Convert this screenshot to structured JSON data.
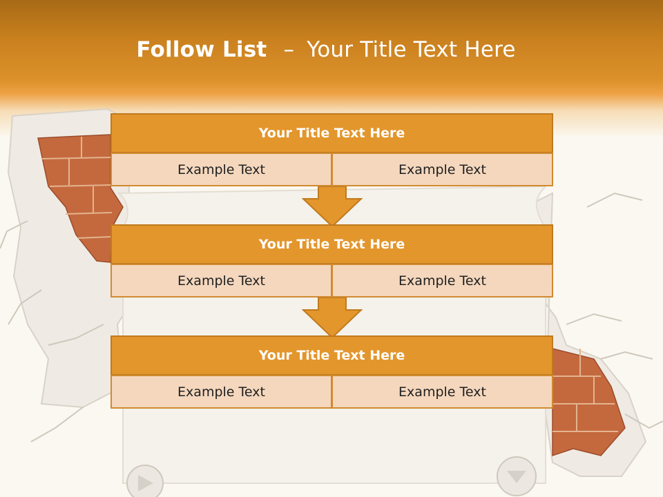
{
  "slide": {
    "title_lead": "Follow List",
    "title_separator": "–",
    "title_rest": "Your Title Text Here"
  },
  "steps": [
    {
      "title": "Your Title Text Here",
      "left_text": "Example Text",
      "right_text": "Example Text"
    },
    {
      "title": "Your Title Text Here",
      "left_text": "Example Text",
      "right_text": "Example Text"
    },
    {
      "title": "Your Title Text Here",
      "left_text": "Example Text",
      "right_text": "Example Text"
    }
  ],
  "colors": {
    "header_orange": "#dc912a",
    "block_title_fill": "#e3962c",
    "block_cell_fill": "#f4d7bd",
    "arrow_fill": "#e3962c",
    "brick": "#c1663c",
    "background": "#fbf8f1"
  },
  "decorations": {
    "background_art": "cracked-brick-wall-with-paper-scroll",
    "scroll_ends": [
      "scroll-curl-icon",
      "scroll-curl-icon"
    ],
    "connector_icon": "down-arrow-icon"
  }
}
